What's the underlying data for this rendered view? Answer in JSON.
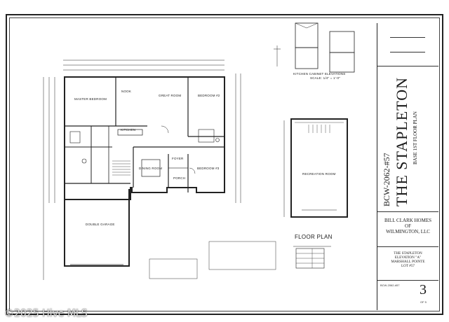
{
  "drawing": {
    "floor_plan_label": "FLOOR PLAN",
    "kitchen_elevations_label": "KITCHEN CABINET ELEVATIONS",
    "kitchen_scale": "SCALE: 1/4\" = 1'-0\"",
    "rooms": {
      "master_bedroom": "MASTER BEDROOM",
      "nook": "NOOK",
      "great_room": "GREAT ROOM",
      "bedroom2": "BEDROOM #2",
      "kitchen": "KITCHEN",
      "dining_room": "DINING ROOM",
      "foyer": "FOYER",
      "porch": "PORCH",
      "bedroom3": "BEDROOM #3",
      "double_garage": "DOUBLE GARAGE",
      "recreation_room": "RECREATION ROOM"
    }
  },
  "title_block": {
    "project_code": "BCW-2062-#57",
    "plan_name": "THE STAPLETON",
    "sheet_description": "BASE 1ST FLOOR PLAN",
    "builder_line1": "BILL CLARK HOMES",
    "builder_line2": "OF",
    "builder_line3": "WILMINGTON, LLC",
    "plan_detail_line1": "THE STAPLETON",
    "plan_detail_line2": "ELEVATION \"A\"",
    "plan_detail_line3": "MARSHALL POINTE",
    "plan_detail_line4": "LOT #57",
    "sheet_code": "BCW-2062-#57",
    "sheet_number": "3",
    "sheet_total": "OF 5"
  },
  "watermark": "©2025 Hive MLS"
}
